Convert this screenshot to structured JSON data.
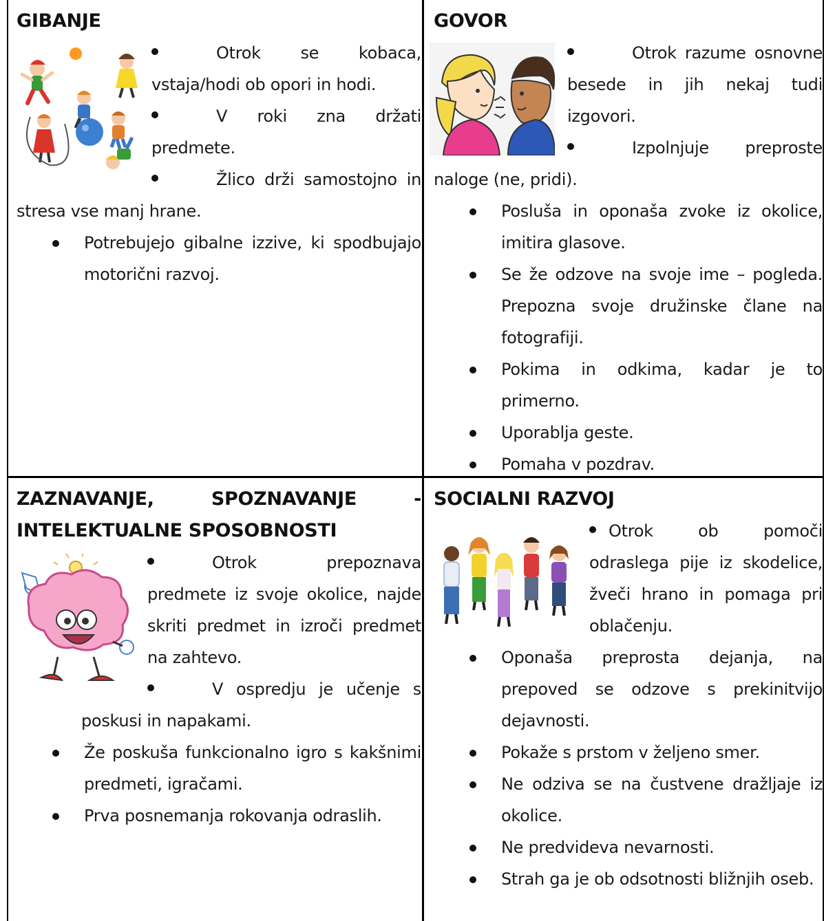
{
  "gibanje": {
    "title": "GIBANJE",
    "float_items": [
      "Otrok se kobaca, vstaja/hodi ob opori in hodi.",
      "V roki zna držati predmete.",
      "Žlico drži samostojno in stresa vse manj hrane."
    ],
    "items": [
      "Potrebujejo gibalne izzive, ki spodbujajo motorični razvoj."
    ]
  },
  "govor": {
    "title": "GOVOR",
    "float_items": [
      "Otrok razume osnovne besede in jih nekaj tudi izgovori.",
      "Izpolnjuje preproste naloge (ne, pridi)."
    ],
    "items": [
      "Posluša in oponaša zvoke iz okolice, imitira glasove.",
      "Se že odzove na svoje ime – pogleda. Prepozna svoje družinske člane na fotografiji.",
      "Pokima in odkima, kadar je to primerno.",
      "Uporablja geste.",
      "Pomaha v pozdrav."
    ]
  },
  "zaznavanje": {
    "title_line1_a": "ZAZNAVANJE,",
    "title_line1_b": "SPOZNAVANJE",
    "title_line1_c": "-",
    "title_line2": "INTELEKTUALNE SPOSOBNOSTI",
    "float_items": [
      "Otrok prepoznava predmete iz svoje okolice, najde skriti predmet in izroči predmet na zahtevo.",
      "V ospredju je učenje s poskusi in napakami."
    ],
    "items": [
      "Že poskuša funkcionalno igro s kakšnimi predmeti, igračami.",
      "Prva posnemanja rokovanja odraslih."
    ]
  },
  "socialni": {
    "title": "SOCIALNI RAZVOJ",
    "float_items": [
      "Otrok ob pomoči odraslega pije iz skodelice, žveči hrano in pomaga pri oblačenju."
    ],
    "items": [
      "Oponaša preprosta dejanja, na prepoved se odzove s prekinitvijo dejavnosti.",
      "Pokaže s prstom v željeno smer.",
      "Ne odziva se na čustvene dražljaje iz okolice.",
      "Ne predvideva nevarnosti.",
      "Strah ga je ob odsotnosti bližnjih oseb."
    ]
  }
}
